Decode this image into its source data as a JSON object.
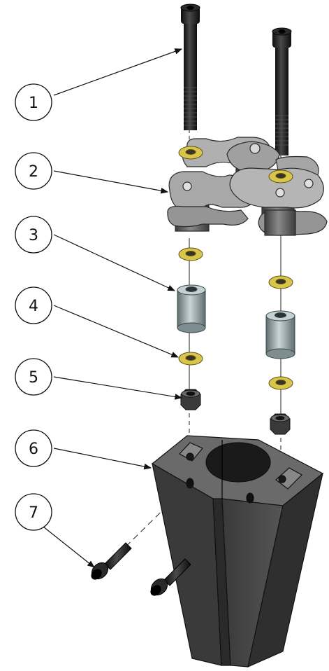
{
  "callouts": [
    {
      "label": "1"
    },
    {
      "label": "2"
    },
    {
      "label": "3"
    },
    {
      "label": "4"
    },
    {
      "label": "5"
    },
    {
      "label": "6"
    },
    {
      "label": "7"
    }
  ],
  "colors": {
    "background": "#ffffff",
    "bolt": "#1b1b1b",
    "chain_plate": "#a3a3a3",
    "chain_roller": "#6d6d6d",
    "washer": "#d9c649",
    "spacer": "#9fb0b3",
    "nut": "#2f2f2f",
    "block": "#4a4a4a"
  }
}
